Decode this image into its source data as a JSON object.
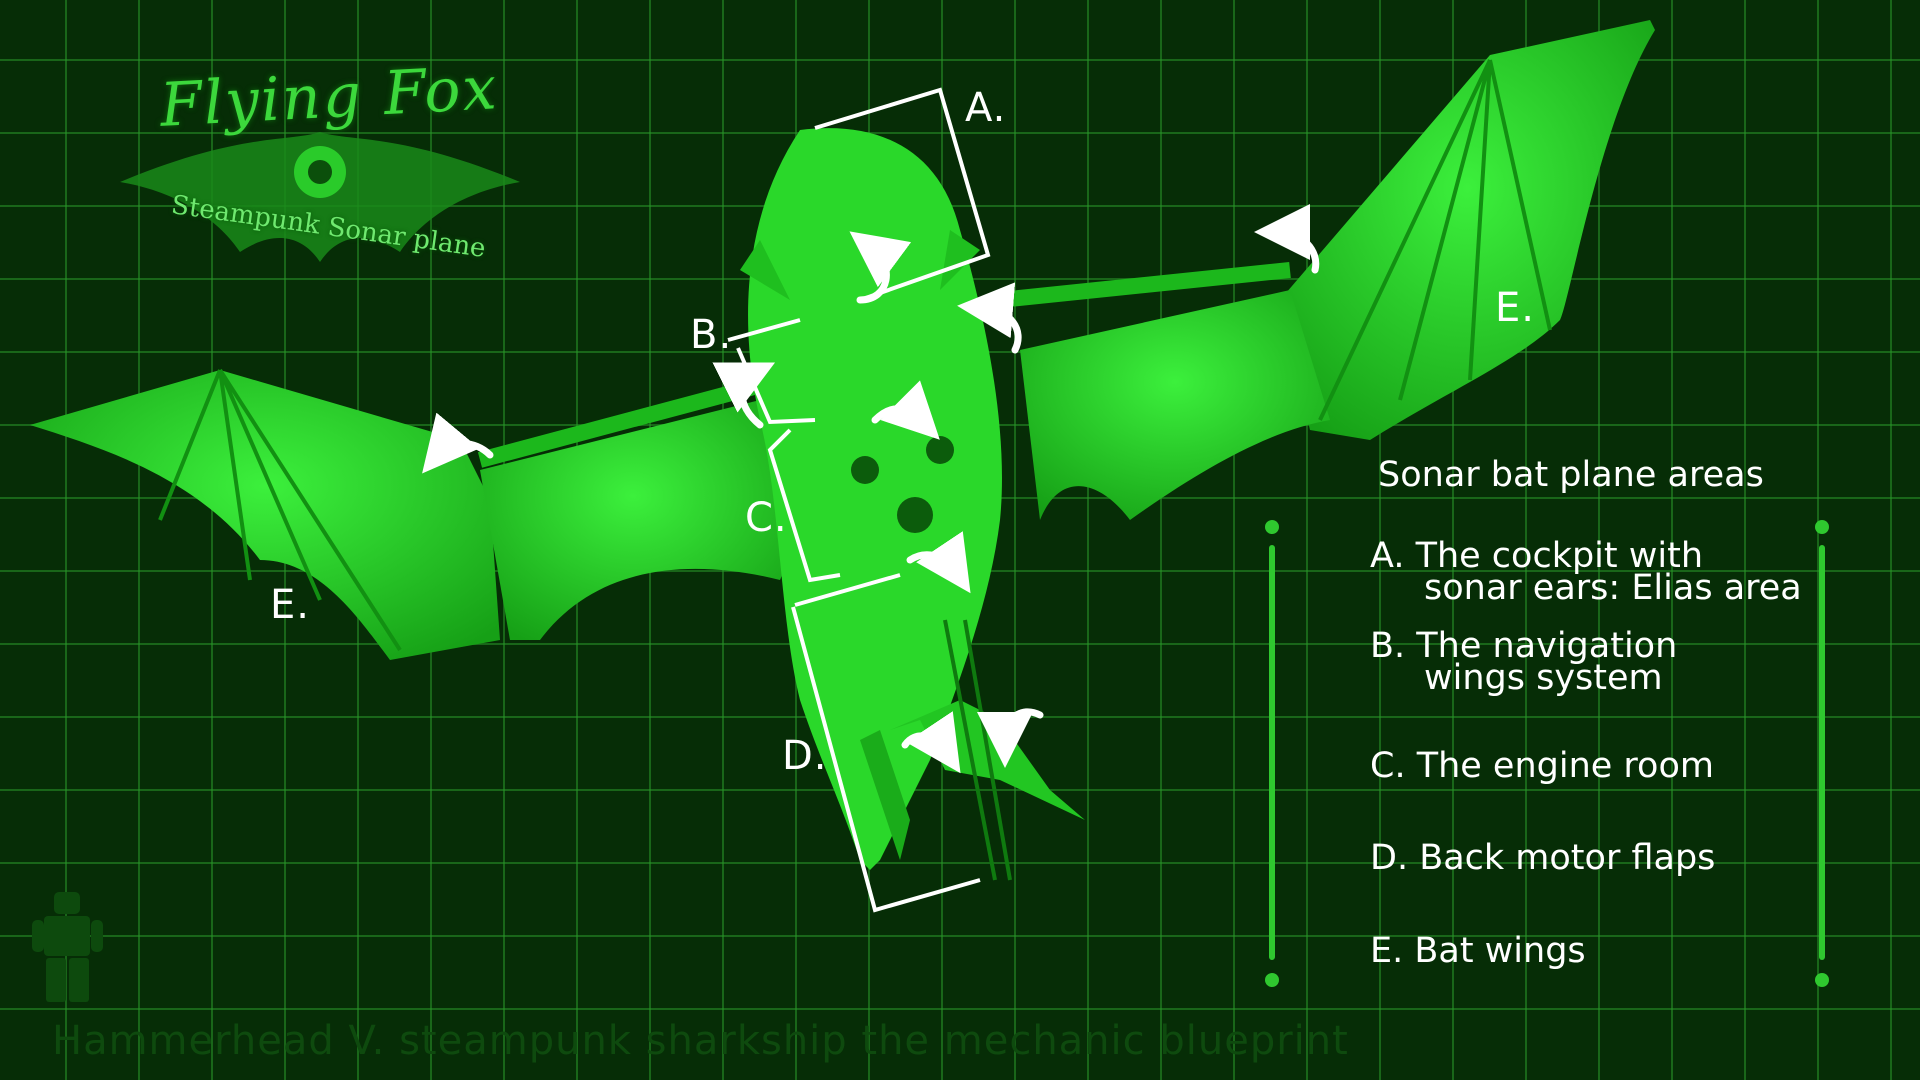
{
  "logo": {
    "title": "Flying Fox",
    "subtitle": "Steampunk Sonar plane"
  },
  "callouts": {
    "a": "A.",
    "b": "B.",
    "c": "C.",
    "d": "D.",
    "e_left": "E.",
    "e_right": "E."
  },
  "legend": {
    "title": "Sonar bat plane areas",
    "items": [
      {
        "line1": "A. The cockpit with",
        "line2": "sonar ears: Elias area"
      },
      {
        "line1": "B. The navigation",
        "line2": "wings system"
      },
      {
        "line1": "C. The engine room",
        "line2": ""
      },
      {
        "line1": "D. Back motor flaps",
        "line2": ""
      },
      {
        "line1": "E. Bat wings",
        "line2": ""
      }
    ]
  },
  "footer": "Hammerhead V. steampunk sharkship the mechanic blueprint",
  "colors": {
    "background": "#062d06",
    "grid": "#2a962a",
    "ship": "#28d828",
    "accent": "#2fc82f",
    "text": "#ffffff"
  }
}
